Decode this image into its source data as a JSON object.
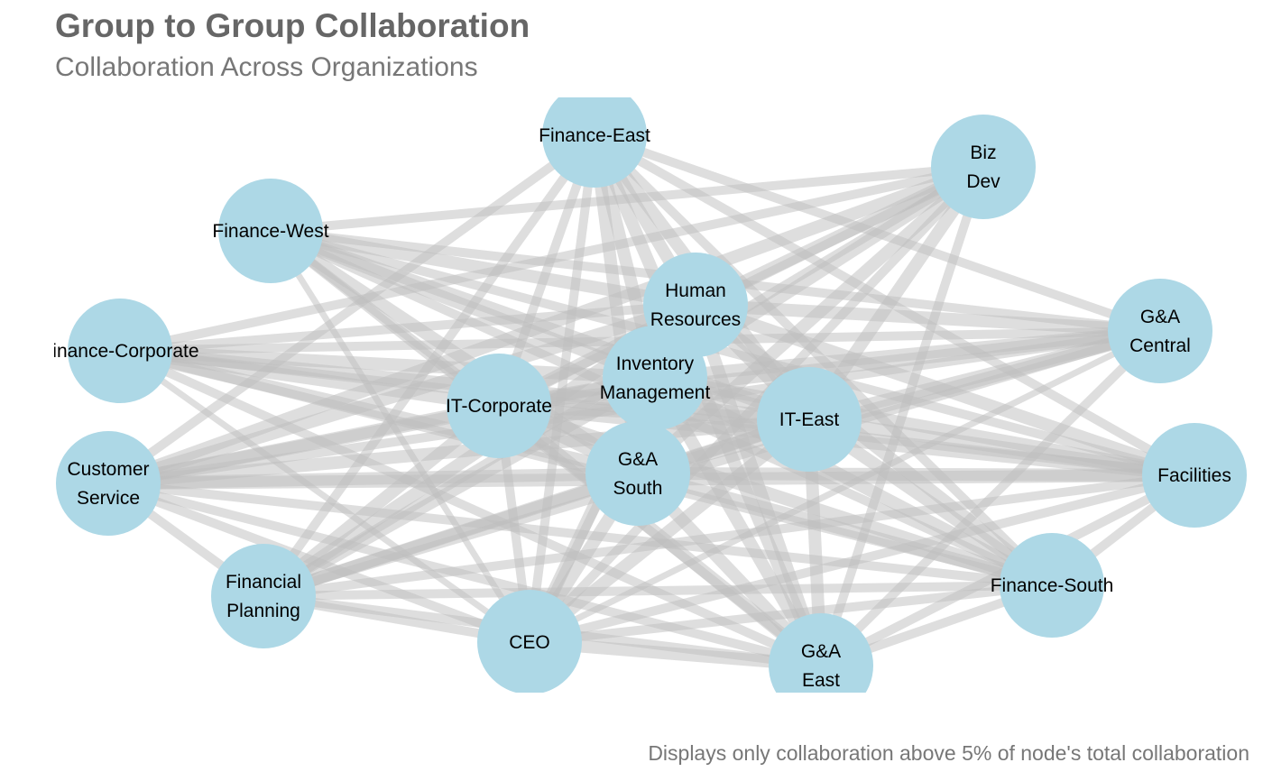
{
  "title": "Group to Group Collaboration",
  "subtitle": "Collaboration Across Organizations",
  "caption": "Displays only collaboration above 5% of node's total collaboration",
  "colors": {
    "node_fill": "#add8e6",
    "edge": "#bdbdbd",
    "title": "#666666",
    "subtitle": "#777777",
    "label": "#000000"
  },
  "nodes": [
    {
      "id": "finance-east",
      "label": [
        "Finance-East"
      ]
    },
    {
      "id": "biz-dev",
      "label": [
        "Biz",
        "Dev"
      ]
    },
    {
      "id": "finance-west",
      "label": [
        "Finance-West"
      ]
    },
    {
      "id": "human-resources",
      "label": [
        "Human",
        "Resources"
      ]
    },
    {
      "id": "ga-central",
      "label": [
        "G&A",
        "Central"
      ]
    },
    {
      "id": "finance-corporate",
      "label": [
        "Finance-Corporate"
      ]
    },
    {
      "id": "inventory-management",
      "label": [
        "Inventory",
        "Management"
      ]
    },
    {
      "id": "it-corporate",
      "label": [
        "IT-Corporate"
      ]
    },
    {
      "id": "it-east",
      "label": [
        "IT-East"
      ]
    },
    {
      "id": "customer-service",
      "label": [
        "Customer",
        "Service"
      ]
    },
    {
      "id": "ga-south",
      "label": [
        "G&A",
        "South"
      ]
    },
    {
      "id": "facilities",
      "label": [
        "Facilities"
      ]
    },
    {
      "id": "financial-planning",
      "label": [
        "Financial",
        "Planning"
      ]
    },
    {
      "id": "finance-south",
      "label": [
        "Finance-South"
      ]
    },
    {
      "id": "ceo",
      "label": [
        "CEO"
      ]
    },
    {
      "id": "ga-east",
      "label": [
        "G&A",
        "East"
      ]
    }
  ],
  "edges": [
    [
      "finance-east",
      "human-resources",
      3
    ],
    [
      "finance-east",
      "inventory-management",
      3
    ],
    [
      "finance-east",
      "it-corporate",
      2
    ],
    [
      "finance-east",
      "it-east",
      3
    ],
    [
      "finance-east",
      "ga-south",
      3
    ],
    [
      "finance-east",
      "finance-south",
      2
    ],
    [
      "finance-east",
      "ga-east",
      3
    ],
    [
      "finance-east",
      "ceo",
      2
    ],
    [
      "finance-east",
      "facilities",
      2
    ],
    [
      "finance-east",
      "ga-central",
      2
    ],
    [
      "finance-east",
      "financial-planning",
      2
    ],
    [
      "finance-east",
      "customer-service",
      2
    ],
    [
      "biz-dev",
      "human-resources",
      3
    ],
    [
      "biz-dev",
      "inventory-management",
      3
    ],
    [
      "biz-dev",
      "it-corporate",
      2
    ],
    [
      "biz-dev",
      "it-east",
      3
    ],
    [
      "biz-dev",
      "ga-south",
      3
    ],
    [
      "biz-dev",
      "customer-service",
      3
    ],
    [
      "biz-dev",
      "financial-planning",
      2
    ],
    [
      "biz-dev",
      "ceo",
      2
    ],
    [
      "biz-dev",
      "finance-corporate",
      2
    ],
    [
      "biz-dev",
      "ga-east",
      2
    ],
    [
      "biz-dev",
      "finance-west",
      2
    ],
    [
      "finance-west",
      "human-resources",
      3
    ],
    [
      "finance-west",
      "inventory-management",
      3
    ],
    [
      "finance-west",
      "it-corporate",
      2
    ],
    [
      "finance-west",
      "it-east",
      3
    ],
    [
      "finance-west",
      "ga-south",
      3
    ],
    [
      "finance-west",
      "ga-central",
      2
    ],
    [
      "finance-west",
      "facilities",
      2
    ],
    [
      "finance-west",
      "finance-south",
      2
    ],
    [
      "finance-west",
      "ceo",
      1
    ],
    [
      "finance-west",
      "ga-east",
      2
    ],
    [
      "human-resources",
      "ga-central",
      3
    ],
    [
      "human-resources",
      "finance-corporate",
      2
    ],
    [
      "human-resources",
      "it-corporate",
      3
    ],
    [
      "human-resources",
      "it-east",
      3
    ],
    [
      "human-resources",
      "customer-service",
      3
    ],
    [
      "human-resources",
      "ga-south",
      3
    ],
    [
      "human-resources",
      "facilities",
      3
    ],
    [
      "human-resources",
      "financial-planning",
      3
    ],
    [
      "human-resources",
      "finance-south",
      3
    ],
    [
      "human-resources",
      "ceo",
      2
    ],
    [
      "human-resources",
      "ga-east",
      3
    ],
    [
      "ga-central",
      "finance-corporate",
      2
    ],
    [
      "ga-central",
      "inventory-management",
      3
    ],
    [
      "ga-central",
      "it-corporate",
      3
    ],
    [
      "ga-central",
      "it-east",
      3
    ],
    [
      "ga-central",
      "customer-service",
      2
    ],
    [
      "ga-central",
      "ga-south",
      3
    ],
    [
      "ga-central",
      "financial-planning",
      2
    ],
    [
      "ga-central",
      "ceo",
      1
    ],
    [
      "ga-central",
      "ga-east",
      2
    ],
    [
      "finance-corporate",
      "inventory-management",
      3
    ],
    [
      "finance-corporate",
      "it-corporate",
      3
    ],
    [
      "finance-corporate",
      "it-east",
      3
    ],
    [
      "finance-corporate",
      "ga-south",
      3
    ],
    [
      "finance-corporate",
      "facilities",
      2
    ],
    [
      "finance-corporate",
      "finance-south",
      2
    ],
    [
      "finance-corporate",
      "ceo",
      1
    ],
    [
      "finance-corporate",
      "ga-east",
      2
    ],
    [
      "inventory-management",
      "it-corporate",
      3
    ],
    [
      "inventory-management",
      "it-east",
      3
    ],
    [
      "inventory-management",
      "customer-service",
      3
    ],
    [
      "inventory-management",
      "ga-south",
      3
    ],
    [
      "inventory-management",
      "facilities",
      3
    ],
    [
      "inventory-management",
      "financial-planning",
      3
    ],
    [
      "inventory-management",
      "finance-south",
      3
    ],
    [
      "inventory-management",
      "ceo",
      3
    ],
    [
      "inventory-management",
      "ga-east",
      3
    ],
    [
      "it-corporate",
      "it-east",
      3
    ],
    [
      "it-corporate",
      "customer-service",
      3
    ],
    [
      "it-corporate",
      "ga-south",
      3
    ],
    [
      "it-corporate",
      "facilities",
      3
    ],
    [
      "it-corporate",
      "financial-planning",
      3
    ],
    [
      "it-corporate",
      "finance-south",
      3
    ],
    [
      "it-corporate",
      "ceo",
      2
    ],
    [
      "it-corporate",
      "ga-east",
      3
    ],
    [
      "it-east",
      "customer-service",
      3
    ],
    [
      "it-east",
      "ga-south",
      3
    ],
    [
      "it-east",
      "facilities",
      3
    ],
    [
      "it-east",
      "financial-planning",
      3
    ],
    [
      "it-east",
      "finance-south",
      3
    ],
    [
      "it-east",
      "ceo",
      3
    ],
    [
      "it-east",
      "ga-east",
      3
    ],
    [
      "customer-service",
      "ga-south",
      3
    ],
    [
      "customer-service",
      "facilities",
      3
    ],
    [
      "customer-service",
      "financial-planning",
      2
    ],
    [
      "customer-service",
      "ceo",
      2
    ],
    [
      "customer-service",
      "ga-east",
      2
    ],
    [
      "customer-service",
      "finance-south",
      2
    ],
    [
      "ga-south",
      "facilities",
      3
    ],
    [
      "ga-south",
      "financial-planning",
      3
    ],
    [
      "ga-south",
      "finance-south",
      3
    ],
    [
      "ga-south",
      "ceo",
      3
    ],
    [
      "ga-south",
      "ga-east",
      3
    ],
    [
      "facilities",
      "financial-planning",
      2
    ],
    [
      "facilities",
      "ceo",
      2
    ],
    [
      "facilities",
      "ga-east",
      2
    ],
    [
      "facilities",
      "finance-south",
      2
    ],
    [
      "financial-planning",
      "finance-south",
      2
    ],
    [
      "financial-planning",
      "ceo",
      2
    ],
    [
      "financial-planning",
      "ga-east",
      2
    ],
    [
      "finance-south",
      "ceo",
      2
    ],
    [
      "finance-south",
      "ga-east",
      2
    ],
    [
      "ceo",
      "ga-east",
      3
    ]
  ]
}
